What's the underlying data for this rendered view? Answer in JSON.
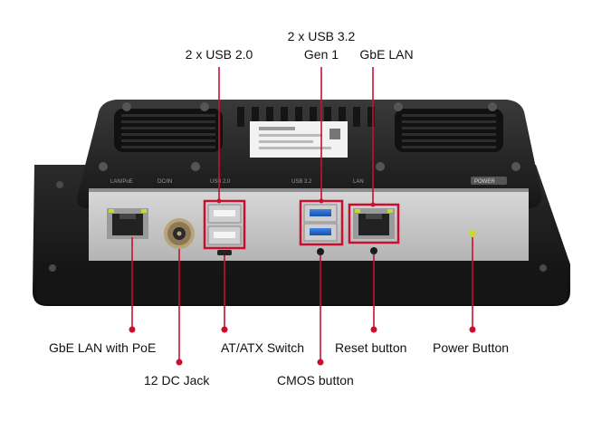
{
  "labels": {
    "usb20": "2 x USB 2.0",
    "usb32_line1": "2 x USB 3.2",
    "usb32_line2": "Gen 1",
    "gbe_lan": "GbE LAN",
    "gbe_lan_poe": "GbE LAN with PoE",
    "dc_jack": "12 DC Jack",
    "atx_switch": "AT/ATX Switch",
    "cmos_button": "CMOS button",
    "reset_button": "Reset button",
    "power_button": "Power Button"
  },
  "panel_silkscreen": {
    "lan_poe": "LAN/PoE",
    "dc_in": "DC/IN",
    "usb20": "USB 2.0",
    "usb32": "USB 3.2",
    "lan": "LAN",
    "power": "POWER"
  },
  "colors": {
    "callout": "#c8102e",
    "enclosure": "#2a2a2a",
    "io_plate": "#c9c9c9",
    "usb3_blue": "#1f5fbf",
    "power_led": "#c8d832"
  }
}
